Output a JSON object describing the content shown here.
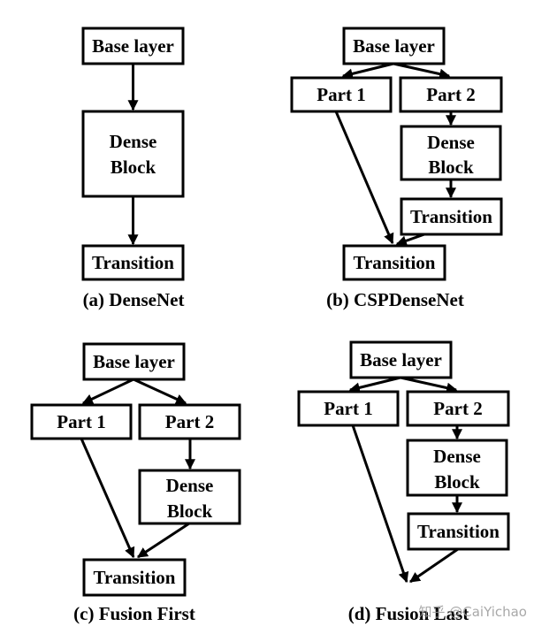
{
  "panels": {
    "a": {
      "caption": "(a) DenseNet",
      "base": "Base layer",
      "dense": [
        "Dense",
        "Block"
      ],
      "transition": "Transition"
    },
    "b": {
      "caption": "(b) CSPDenseNet",
      "base": "Base layer",
      "part1": "Part 1",
      "part2": "Part 2",
      "dense": [
        "Dense",
        "Block"
      ],
      "transition_inner": "Transition",
      "transition": "Transition"
    },
    "c": {
      "caption": "(c) Fusion First",
      "base": "Base layer",
      "part1": "Part 1",
      "part2": "Part 2",
      "dense": [
        "Dense",
        "Block"
      ],
      "transition": "Transition"
    },
    "d": {
      "caption": "(d) Fusion Last",
      "base": "Base layer",
      "part1": "Part 1",
      "part2": "Part 2",
      "dense": [
        "Dense",
        "Block"
      ],
      "transition": "Transition"
    }
  },
  "watermark": "知乎 @CaiYichao"
}
